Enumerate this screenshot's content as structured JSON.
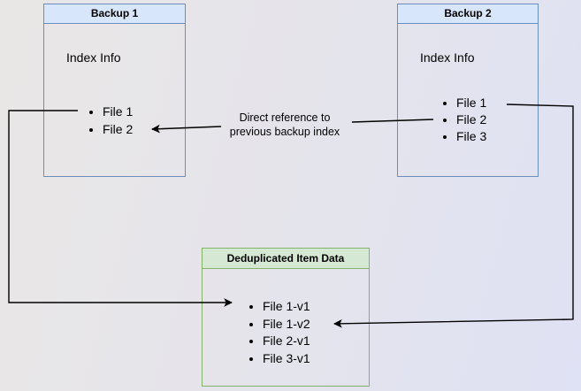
{
  "diagram": {
    "backup1": {
      "title": "Backup 1",
      "body_label": "Index Info",
      "files": [
        "File 1",
        "File 2"
      ]
    },
    "backup2": {
      "title": "Backup 2",
      "body_label": "Index Info",
      "files": [
        "File 1",
        "File 2",
        "File 3"
      ]
    },
    "dedup": {
      "title": "Deduplicated Item Data",
      "files": [
        "File 1-v1",
        "File 1-v2",
        "File 2-v1",
        "File 3-v1"
      ]
    },
    "annotation": {
      "line1": "Direct reference to",
      "line2": "previous backup index"
    },
    "colors": {
      "blue_fill": "#d8e6fb",
      "blue_border": "#6c8ebf",
      "green_fill": "#d5e8d4",
      "green_border": "#82b366",
      "arrow": "#000000"
    }
  }
}
